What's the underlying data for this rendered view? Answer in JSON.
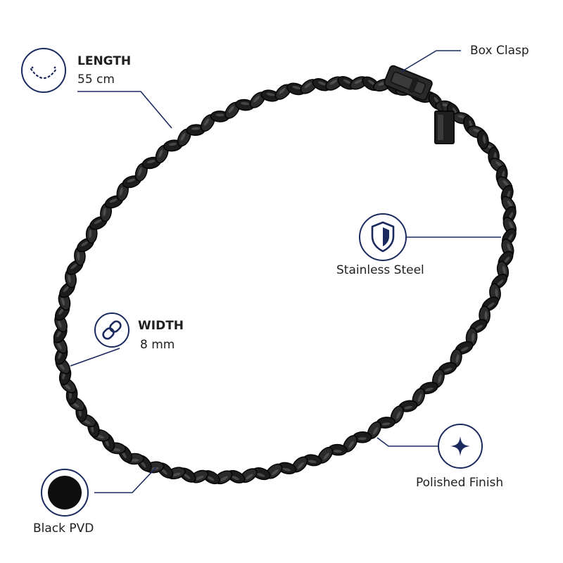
{
  "features": {
    "length": {
      "title": "LENGTH",
      "value": "55 cm",
      "icon": "necklace-length-icon"
    },
    "box_clasp": {
      "label": "Box Clasp"
    },
    "stainless_steel": {
      "label": "Stainless Steel",
      "icon": "shield-icon"
    },
    "width": {
      "title": "WIDTH",
      "value": "8 mm",
      "icon": "chain-link-icon"
    },
    "polished_finish": {
      "label": "Polished Finish",
      "icon": "sparkle-icon"
    },
    "black_pvd": {
      "label": "Black PVD",
      "icon": "black-circle-swatch"
    }
  },
  "colors": {
    "accent_navy": "#1b2a5e",
    "chain_black": "#151515",
    "background": "#ffffff"
  }
}
